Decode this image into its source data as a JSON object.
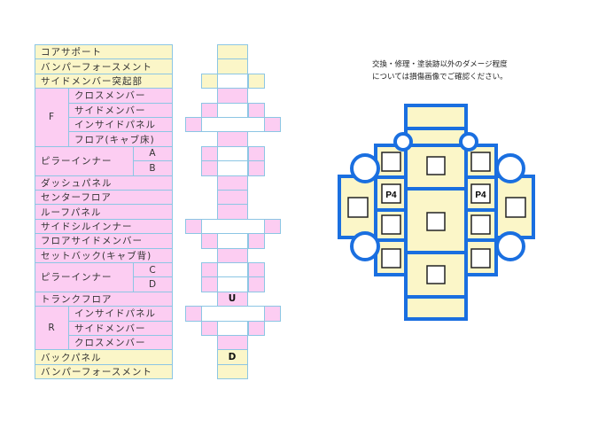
{
  "parts": {
    "r0": "コアサポート",
    "r1": "バンパーフォースメント",
    "r2": "サイドメンバー突起部",
    "front_group": "F",
    "f0": "クロスメンバー",
    "f1": "サイドメンバー",
    "f2": "インサイドパネル",
    "f3": "フロア(キャブ床)",
    "pillar_front": "ピラーインナー",
    "pa": "A",
    "pb": "B",
    "r9": "ダッシュパネル",
    "r10": "センターフロア",
    "r11": "ルーフパネル",
    "r12": "サイドシルインナー",
    "r13": "フロアサイドメンバー",
    "r14": "セットバック(キャブ背)",
    "pillar_rear": "ピラーインナー",
    "pc": "C",
    "pd": "D",
    "r17": "トランクフロア",
    "rear_group": "R",
    "g0": "インサイドパネル",
    "g1": "サイドメンバー",
    "g2": "クロスメンバー",
    "r21": "バックパネル",
    "r22": "バンパーフォースメント"
  },
  "grid_labels": {
    "u": "U",
    "d": "D"
  },
  "note": {
    "line1": "交換・修理・塗装跡以外のダメージ程度",
    "line2": "については損傷画像でご確認ください。"
  },
  "car": {
    "p4_left": "P4",
    "p4_right": "P4"
  },
  "colors": {
    "pink": "#fccdf2",
    "yellow": "#fbf6c8",
    "blue": "#1a6fe0"
  }
}
